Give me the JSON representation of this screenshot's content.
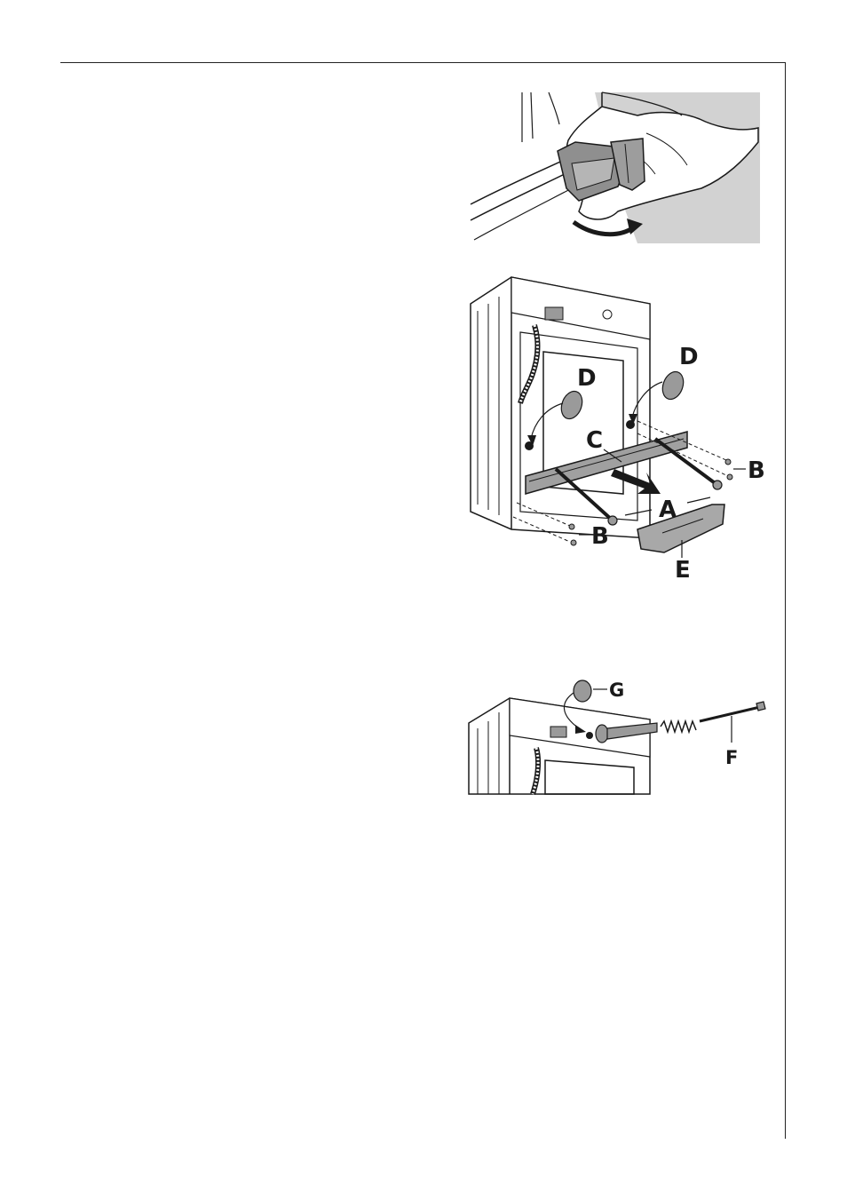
{
  "figure2": {
    "labels": {
      "a": "A",
      "b1": "B",
      "b2": "B",
      "c": "C",
      "d1": "D",
      "d2": "D",
      "e": "E"
    }
  },
  "figure3": {
    "labels": {
      "f": "F",
      "g": "G"
    }
  },
  "colors": {
    "line": "#1a1a1a",
    "grey_fill": "#cfcfcf",
    "part_fill": "#9a9a9a"
  }
}
